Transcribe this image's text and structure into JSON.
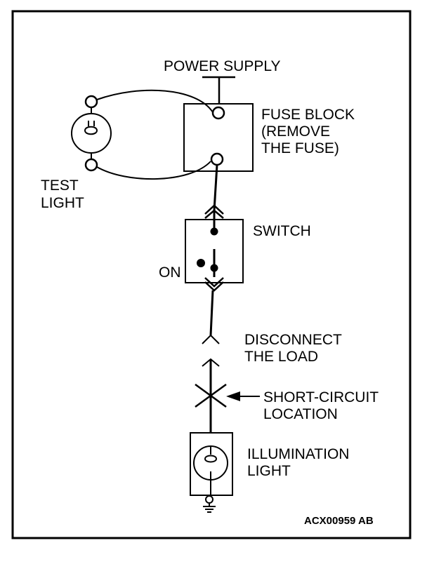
{
  "diagram": {
    "labels": {
      "power_supply": "POWER SUPPLY",
      "fuse_block_1": "FUSE BLOCK",
      "fuse_block_2": "(REMOVE",
      "fuse_block_3": "THE FUSE)",
      "test_light_1": "TEST",
      "test_light_2": "LIGHT",
      "switch": "SWITCH",
      "switch_on": "ON",
      "disconnect_1": "DISCONNECT",
      "disconnect_2": "THE LOAD",
      "short_circuit_1": "SHORT-CIRCUIT",
      "short_circuit_2": "LOCATION",
      "illumination_1": "ILLUMINATION",
      "illumination_2": "LIGHT",
      "figure_code": "ACX00959 AB"
    },
    "components": [
      "power-supply",
      "fuse-block",
      "test-light",
      "switch",
      "connector",
      "short-circuit-location",
      "illumination-light",
      "ground"
    ]
  }
}
